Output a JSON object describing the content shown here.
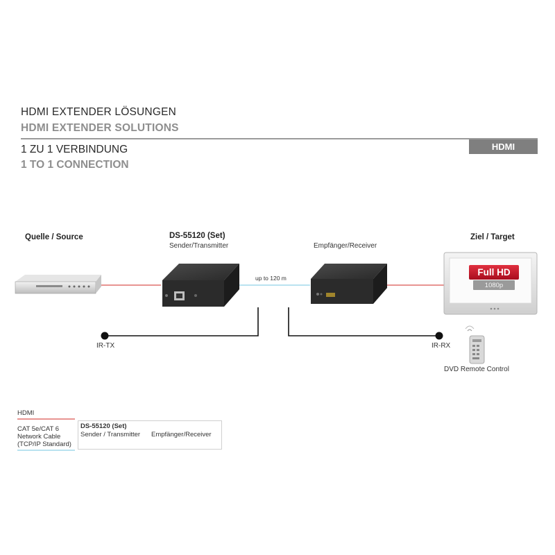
{
  "header": {
    "title_de": "HDMI EXTENDER LÖSUNGEN",
    "title_en": "HDMI EXTENDER SOLUTIONS",
    "subtitle_de": "1 ZU 1 VERBINDUNG",
    "subtitle_en": "1 TO 1 CONNECTION",
    "badge": "HDMI"
  },
  "diagram": {
    "source_label": "Quelle / Source",
    "set_name": "DS-55120 (Set)",
    "transmitter_label": "Sender/Transmitter",
    "receiver_label": "Empfänger/Receiver",
    "target_label": "Ziel / Target",
    "distance_label": "up to 120 m",
    "tv_badge": "Full HD",
    "tv_resolution": "1080p",
    "ir_tx": "IR-TX",
    "ir_rx": "IR-RX",
    "remote_label": "DVD Remote Control"
  },
  "legend": {
    "hdmi": "HDMI",
    "cat_line1": "CAT 5e/CAT 6",
    "cat_line2": "Network Cable",
    "cat_line3": "(TCP/IP Standard)",
    "box_title": "DS-55120 (Set)",
    "box_tx": "Sender / Transmitter",
    "box_rx": "Empfänger/Receiver"
  },
  "colors": {
    "hdmi_line": "#d9534f",
    "cat_line": "#8fd0e6",
    "badge_red": "#c8102e",
    "rule_gray": "#9a9a9a"
  }
}
